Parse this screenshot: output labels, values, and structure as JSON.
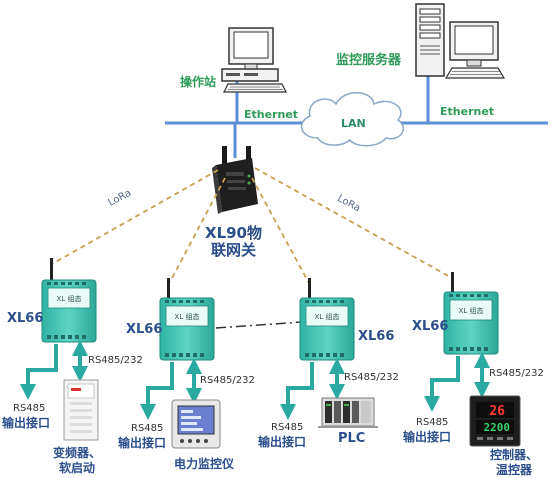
{
  "labels": {
    "operator_station": "操作站",
    "monitor_server": "监控服务器",
    "ethernet_left": "Ethernet",
    "ethernet_right": "Ethernet",
    "lan": "LAN",
    "lora_left": "LoRa",
    "lora_right": "LoRa",
    "gateway_line1": "XL90物",
    "gateway_line2": "联网关"
  },
  "nodes": [
    {
      "model": "XL66",
      "rs485_232": "RS485/232",
      "output_port_top": "RS485",
      "output_port": "输出接口",
      "device_line1": "变频器、",
      "device_line2": "软启动"
    },
    {
      "model": "XL66",
      "rs485_232": "RS485/232",
      "output_port_top": "RS485",
      "output_port": "输出接口",
      "device_line1": "电力监控仪",
      "device_line2": ""
    },
    {
      "model": "XL66",
      "rs485_232": "RS485/232",
      "output_port_top": "RS485",
      "output_port": "输出接口",
      "device_line1": "PLC",
      "device_line2": ""
    },
    {
      "model": "XL66",
      "rs485_232": "RS485/232",
      "output_port_top": "RS485",
      "output_port": "输出接口",
      "device_line1": "控制器、",
      "device_line2": "温控器"
    }
  ],
  "device_panels": {
    "controller_display_top": "26",
    "controller_display_bottom": "2200"
  },
  "colors": {
    "network_line": "#5b8fd6",
    "lora_dash": "#c8a050",
    "arrow_teal": "#2aa9a0",
    "module_green": "#3fc0b0",
    "label_blue": "#2b4e8c",
    "label_green": "#2e9b5a"
  }
}
